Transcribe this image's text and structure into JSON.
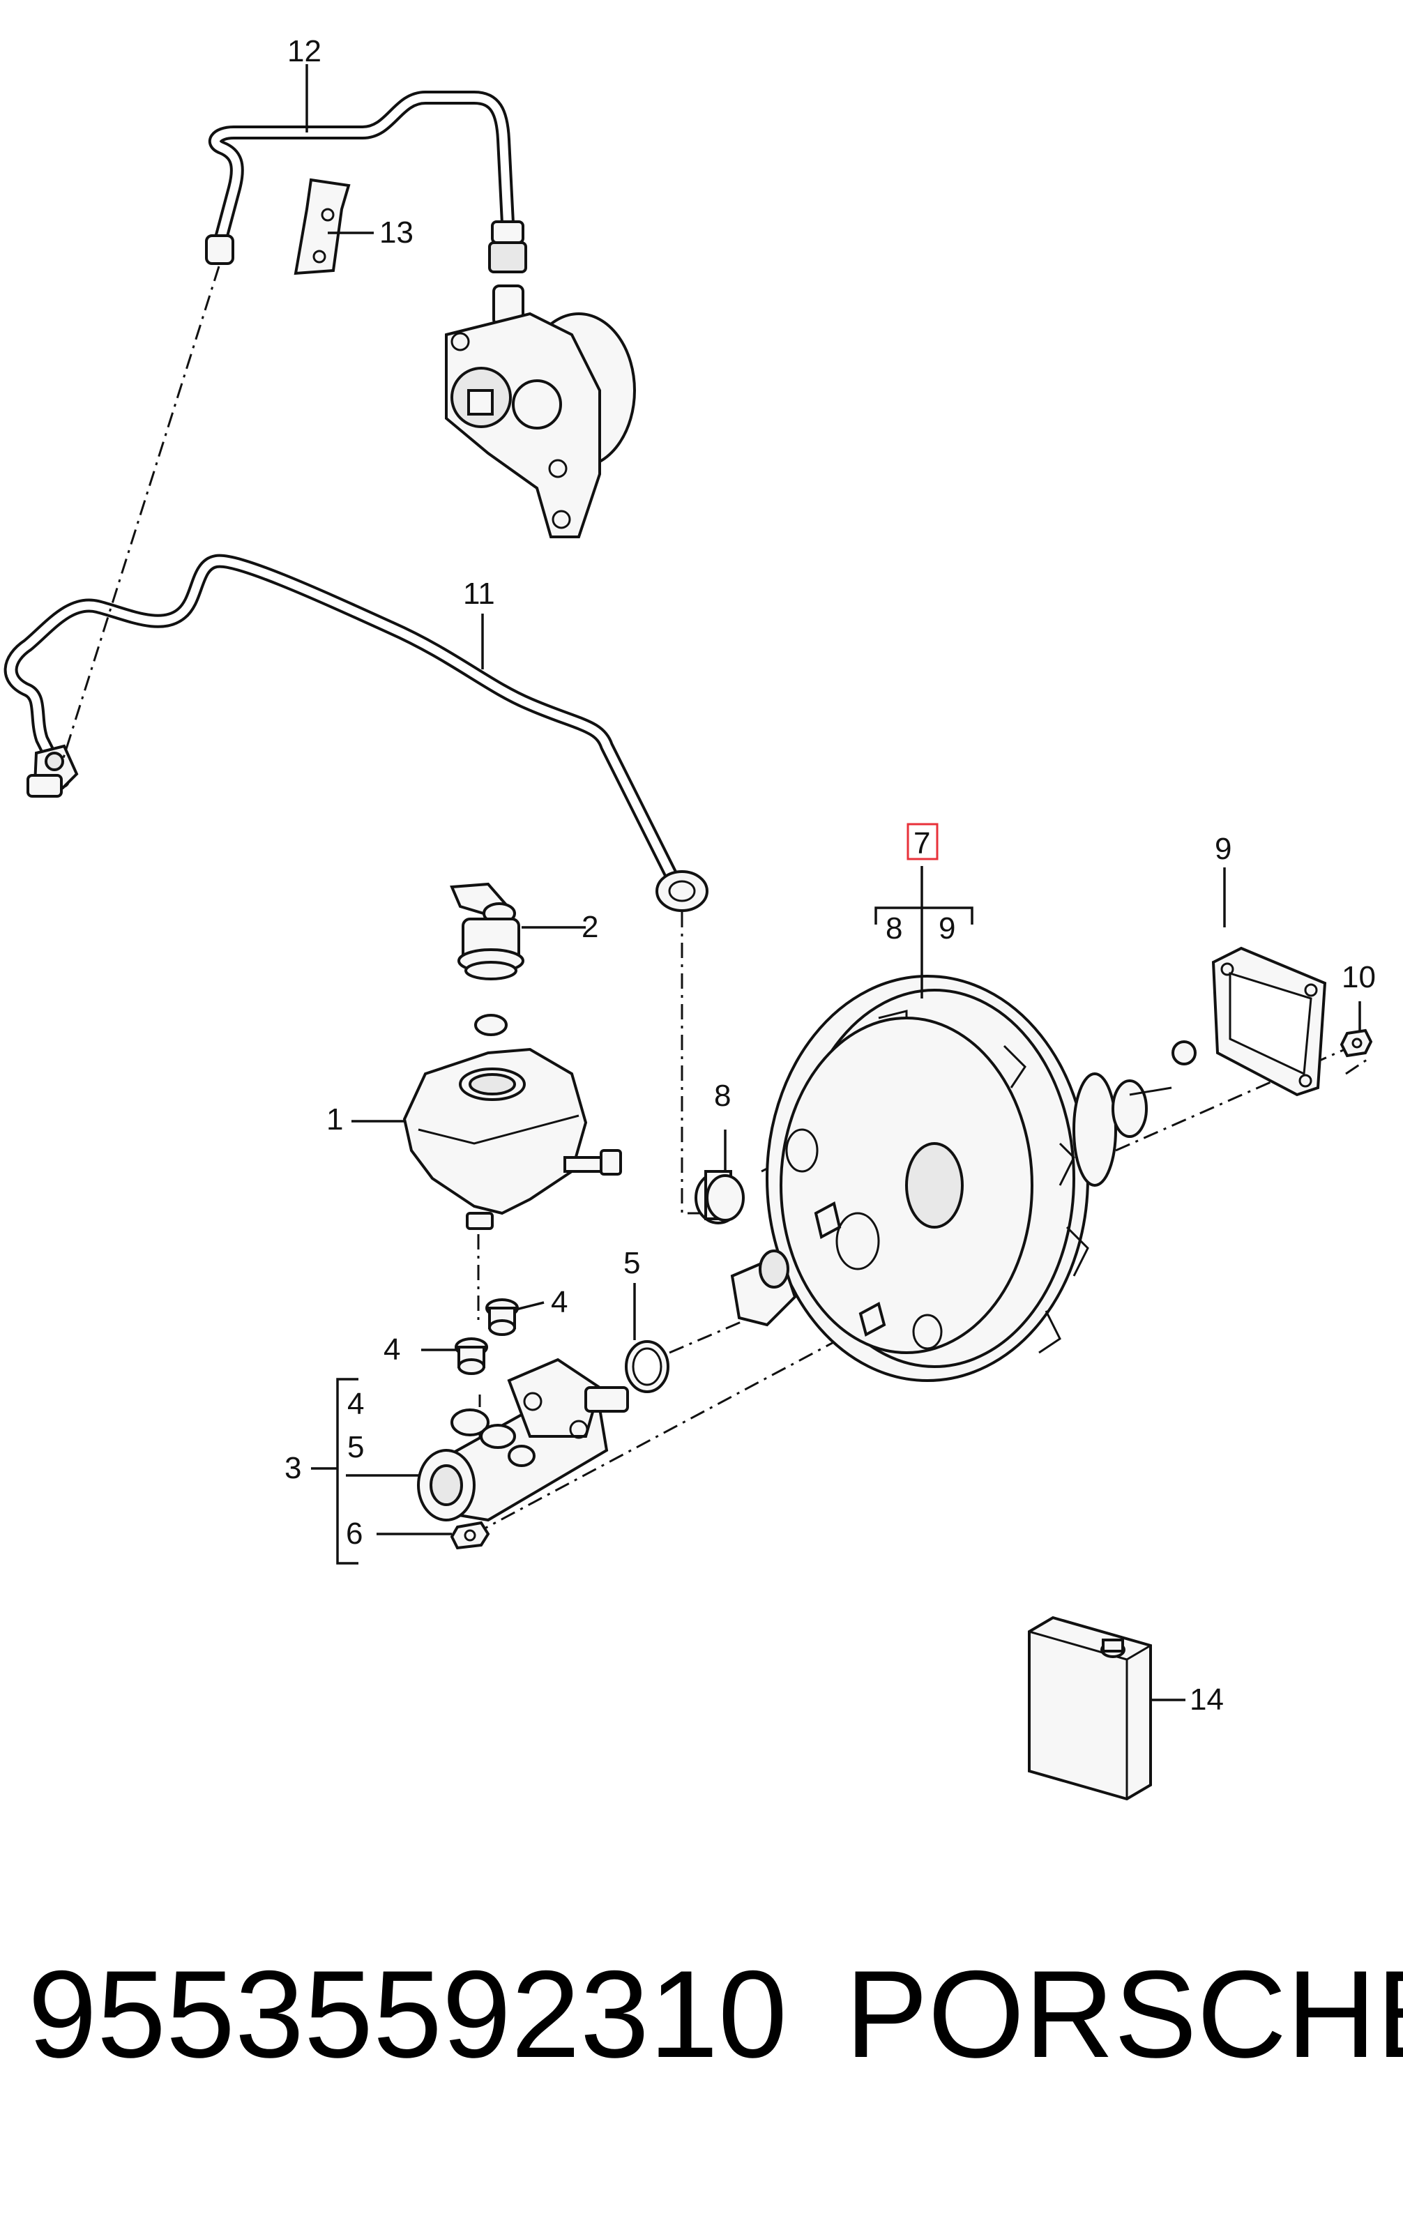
{
  "callouts": {
    "c1": "1",
    "c2": "2",
    "c3": "3",
    "c4_cap_right": "4",
    "c4_cap_left": "4",
    "c4_bracket": "4",
    "c5_bracket": "5",
    "c5_oring": "5",
    "c6": "6",
    "c7": "7",
    "c7_sub8": "8",
    "c7_sub9": "9",
    "c8": "8",
    "c9": "9",
    "c10": "10",
    "c11": "11",
    "c12": "12",
    "c13": "13",
    "c14": "14"
  },
  "highlight_color": "#e8313a",
  "footer": {
    "part_number": "95535592310",
    "brand": "PORSCHE"
  }
}
